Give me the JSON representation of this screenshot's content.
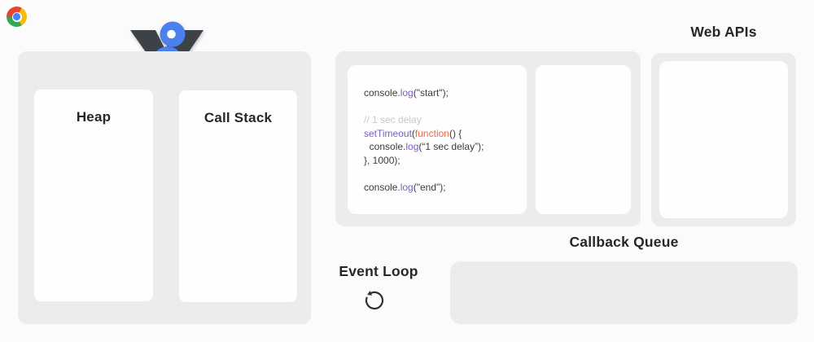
{
  "colors": {
    "page-bg": "#fbfbfb",
    "panel-gray": "#ececec",
    "box-white": "#fefefe",
    "heading": "#272727",
    "icon-dark": "#2f2f2f",
    "chrome-red": "#ea4335",
    "chrome-yellow": "#fbbc05",
    "chrome-green": "#34a853",
    "chrome-blue": "#4285f4",
    "v8-blue": "#4b80ed",
    "v8-dark": "#3c4248"
  },
  "icons": {
    "chrome": "chrome-browser-logo",
    "v8": "v8-engine-logo",
    "loop": "counterclockwise-loop-arrow"
  },
  "headings": {
    "heap": "Heap",
    "call_stack": "Call Stack",
    "web_apis": "Web APIs",
    "callback_queue": "Callback Queue",
    "event_loop": "Event Loop"
  },
  "code": {
    "colors": {
      "plain": "#3c3c3c",
      "keyword": "#7d5cc6",
      "function": "#ef6744",
      "comment": "#c9c9c9"
    },
    "lines": [
      [
        {
          "t": "console.",
          "c": "plain"
        },
        {
          "t": "log",
          "c": "keyword"
        },
        {
          "t": "(\"start\");",
          "c": "plain"
        }
      ],
      [],
      [
        {
          "t": "// 1 sec delay",
          "c": "comment"
        }
      ],
      [
        {
          "t": "setTimeout",
          "c": "keyword"
        },
        {
          "t": "(",
          "c": "plain"
        },
        {
          "t": "function",
          "c": "function"
        },
        {
          "t": "() {",
          "c": "plain"
        }
      ],
      [
        {
          "t": "  console.",
          "c": "plain"
        },
        {
          "t": "log",
          "c": "keyword"
        },
        {
          "t": "(“1 sec delay”);",
          "c": "plain"
        }
      ],
      [
        {
          "t": "}, 1000);",
          "c": "plain"
        }
      ],
      [],
      [
        {
          "t": "console.",
          "c": "plain"
        },
        {
          "t": "log",
          "c": "keyword"
        },
        {
          "t": "(\"end\");",
          "c": "plain"
        }
      ]
    ]
  }
}
